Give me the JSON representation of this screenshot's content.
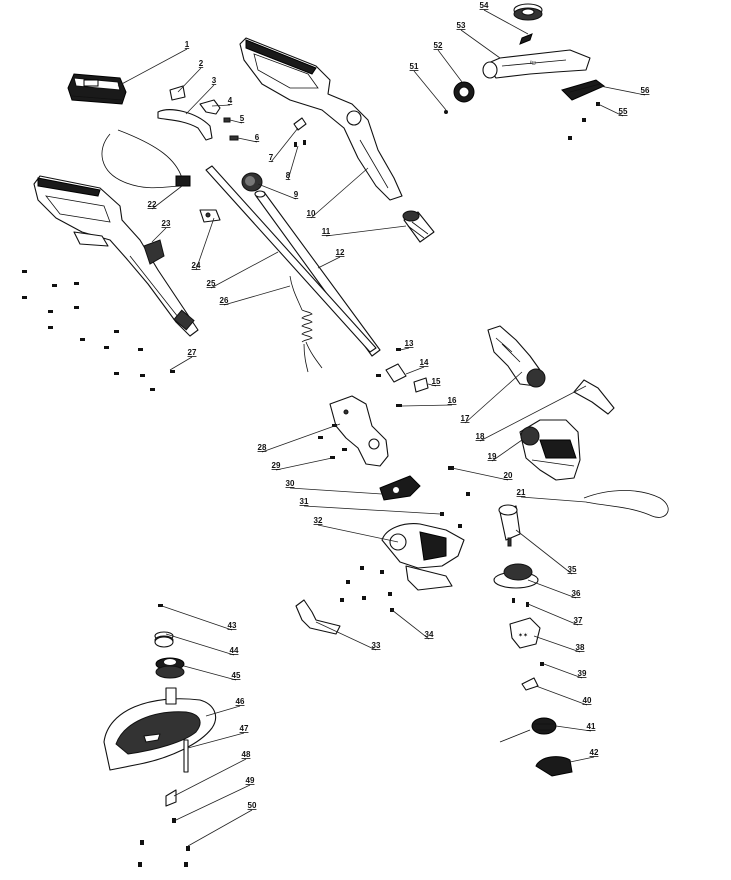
{
  "diagram": {
    "type": "exploded-parts-view",
    "part_numbers": [
      "1",
      "2",
      "3",
      "4",
      "5",
      "6",
      "7",
      "8",
      "9",
      "10",
      "11",
      "12",
      "13",
      "14",
      "15",
      "16",
      "17",
      "18",
      "19",
      "20",
      "21",
      "22",
      "23",
      "24",
      "25",
      "26",
      "27",
      "28",
      "29",
      "30",
      "31",
      "32",
      "33",
      "34",
      "35",
      "36",
      "37",
      "38",
      "39",
      "40",
      "41",
      "42",
      "43",
      "44",
      "45",
      "46",
      "47",
      "48",
      "49",
      "50",
      "51",
      "52",
      "53",
      "54",
      "55",
      "56"
    ]
  }
}
